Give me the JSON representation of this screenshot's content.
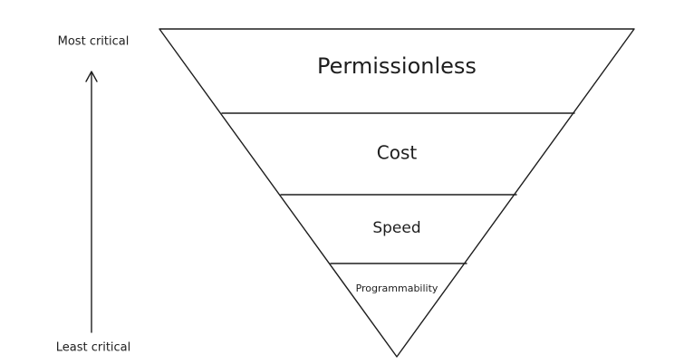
{
  "axis": {
    "top_label": "Most critical",
    "bottom_label": "Least critical"
  },
  "tiers": [
    {
      "label": "Permissionless"
    },
    {
      "label": "Cost"
    },
    {
      "label": "Speed"
    },
    {
      "label": "Programmability"
    }
  ],
  "colors": {
    "stroke": "#1e1e1e",
    "background": "#ffffff"
  }
}
